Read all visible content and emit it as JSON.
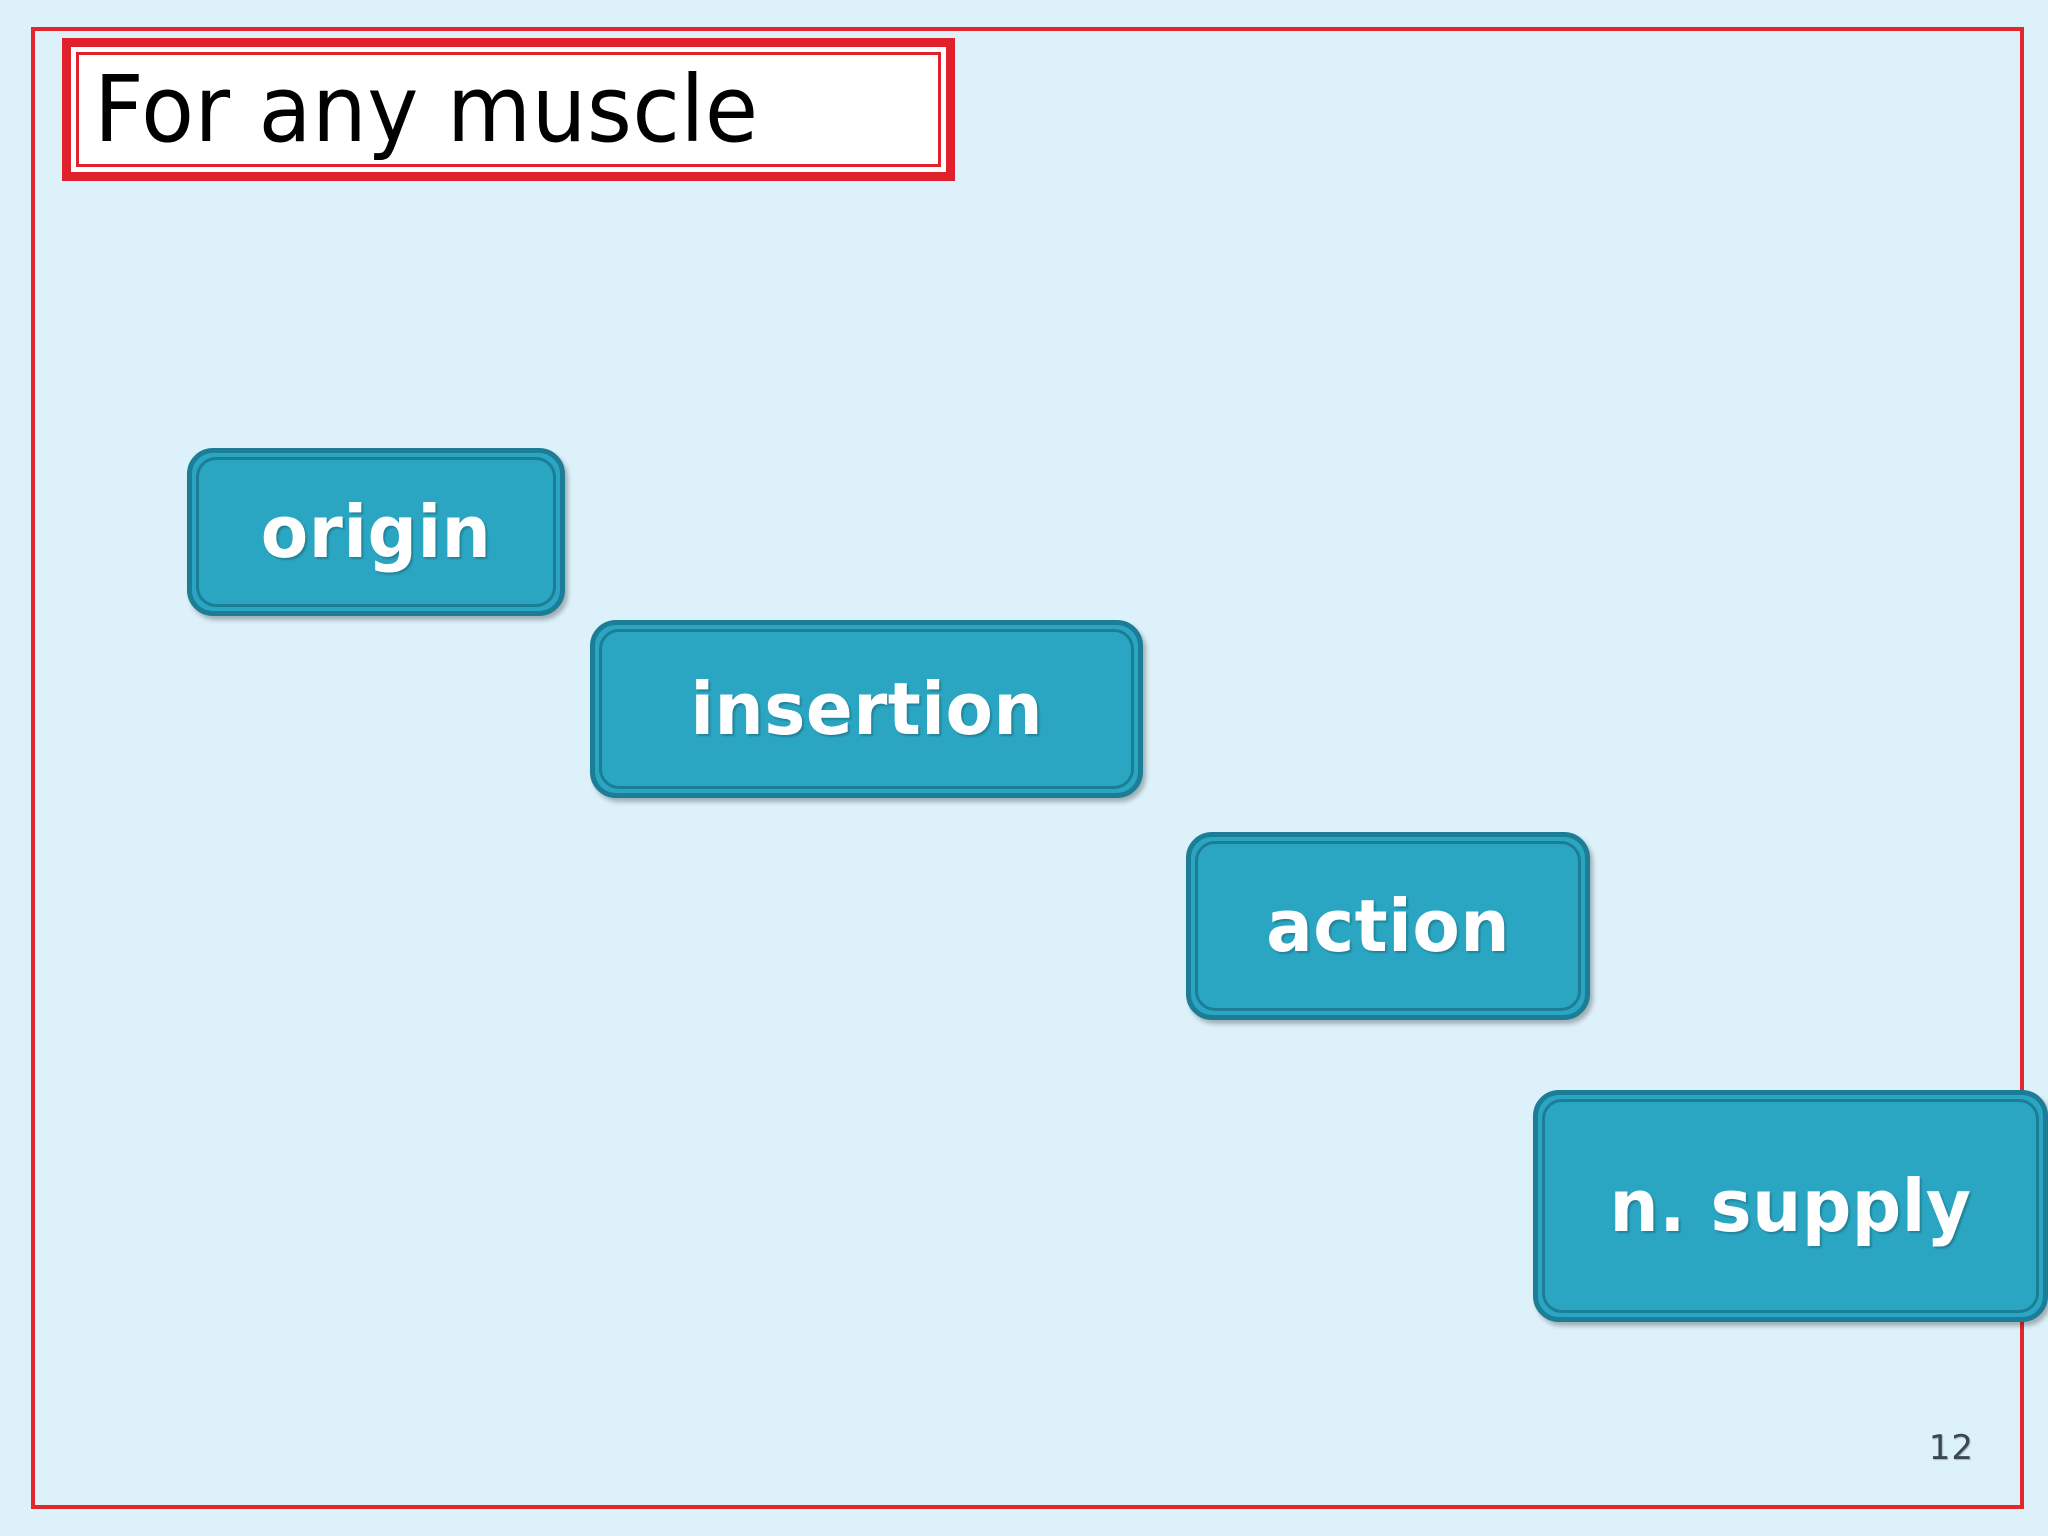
{
  "slide": {
    "title": "For any muscle",
    "page_number": "12",
    "background_color": "#ddf1fa",
    "frame_color": "#e2282c"
  },
  "title_box": {
    "text": "For any muscle",
    "border_color": "#e0202a",
    "fill_color": "#ffffff",
    "text_color": "#000000"
  },
  "concepts": {
    "fill_color": "#2ba6c2",
    "border_color": "#1b7e96",
    "text_color": "#ffffff",
    "items": [
      {
        "id": "origin",
        "label": "origin"
      },
      {
        "id": "insertion",
        "label": "insertion"
      },
      {
        "id": "action",
        "label": "action"
      },
      {
        "id": "nsupply",
        "label": "n. supply"
      }
    ]
  }
}
